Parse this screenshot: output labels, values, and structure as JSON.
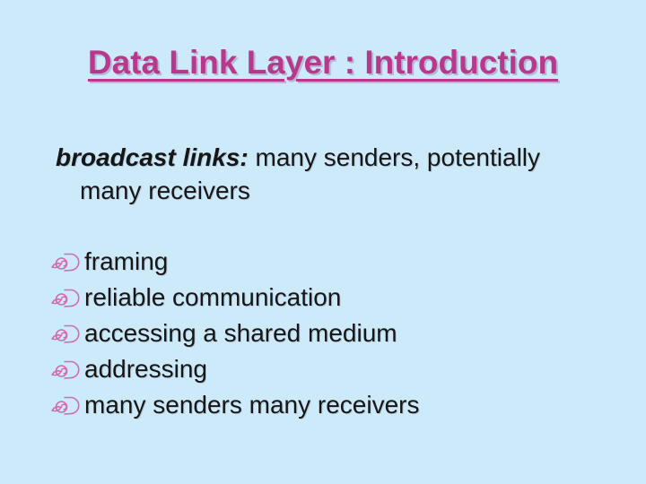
{
  "slide": {
    "title": "Data Link Layer : Introduction",
    "intro": {
      "lead": "broadcast links:",
      "rest": " many senders, potentially",
      "line2": "many receivers"
    },
    "bullets": [
      "framing",
      "reliable communication",
      "accessing a shared medium",
      "addressing",
      "many senders many receivers"
    ],
    "bullet_icon": "rose-bullet-icon",
    "colors": {
      "background": "#cdeafa",
      "title": "#b8398c",
      "title_shadow": "rgba(140,110,155,0.40)",
      "body_text": "#161616",
      "bullet_icon": "#d868ac"
    }
  }
}
